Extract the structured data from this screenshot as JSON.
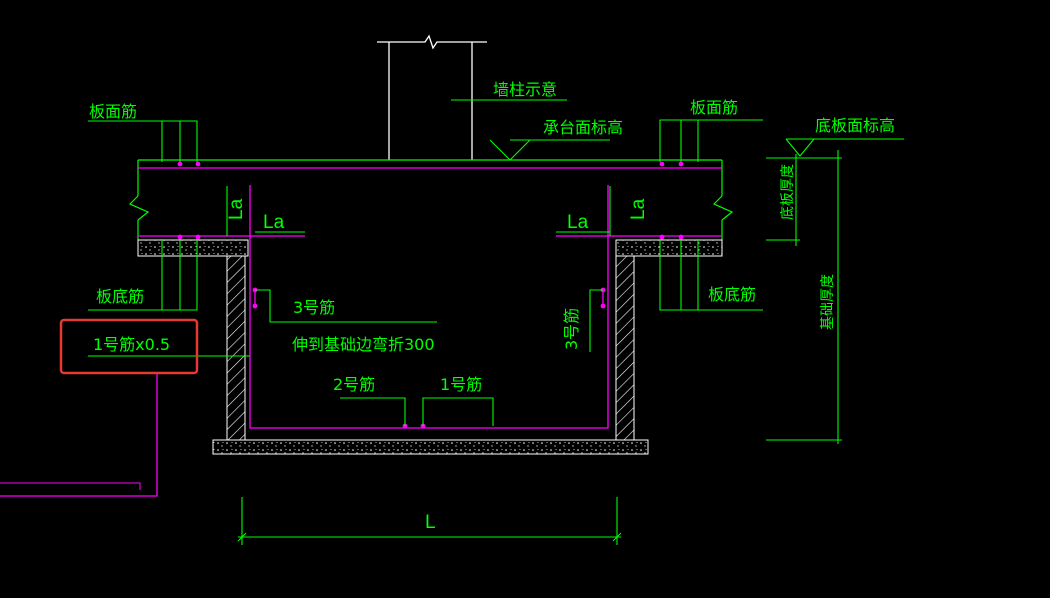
{
  "colors": {
    "background": "#000000",
    "line": "#00ff00",
    "rebar": "#ff00ff",
    "wall": "#ffffff",
    "highlight": "#e53935"
  },
  "labels": {
    "wall_column": "墙柱示意",
    "cap_top_elev": "承台面标高",
    "slab_top_rebar_left": "板面筋",
    "slab_top_rebar_right": "板面筋",
    "bottom_slab_top_elev": "底板面标高",
    "bottom_slab_thickness": "底板厚度",
    "foundation_thickness": "基础厚度",
    "la_1": "La",
    "la_2": "La",
    "la_3": "La",
    "la_4": "La",
    "slab_bottom_rebar_left": "板底筋",
    "slab_bottom_rebar_right": "板底筋",
    "rebar_3": "3号筋",
    "rebar_3_note": "伸到基础边弯折300",
    "rebar_3_vertical": "3号筋",
    "rebar_1_half": "1号筋x0.5",
    "rebar_2": "2号筋",
    "rebar_1": "1号筋",
    "span_l": "L"
  }
}
